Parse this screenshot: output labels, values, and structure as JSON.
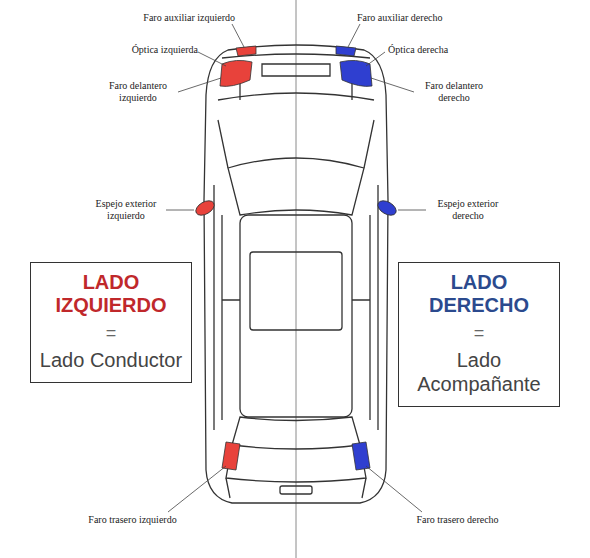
{
  "diagram": {
    "nodes": [
      {
        "text": [
          "LADO IZQUIERDO",
          "=",
          "Lado Conductor"
        ]
      },
      {
        "text": [
          "LADO DERECHO",
          "=",
          "Lado Acompañante"
        ]
      }
    ],
    "labels": [
      "Faro auxiliar izquierdo",
      "Faro auxiliar derecho",
      "Óptica izquierda",
      "Óptica derecha",
      "Faro delantero izquierdo",
      "Faro delantero derecho",
      "Espejo exterior izquierdo",
      "Espejo exterior derecho",
      "Faro trasero izquierdo",
      "Faro trasero derecho"
    ]
  }
}
